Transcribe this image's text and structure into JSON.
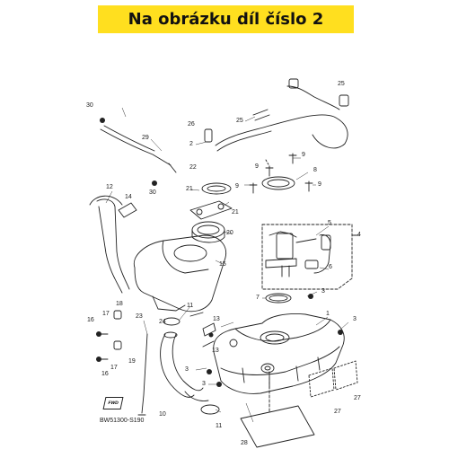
{
  "banner": {
    "text": "Na obrázku díl číslo 2",
    "color": "#ffdf1f"
  },
  "diagram": {
    "code": "BW51300-S190",
    "fwd": "FWD",
    "callouts": [
      {
        "id": "c1",
        "text": "1"
      },
      {
        "id": "c2",
        "text": "2"
      },
      {
        "id": "c3a",
        "text": "3"
      },
      {
        "id": "c3b",
        "text": "3"
      },
      {
        "id": "c3c",
        "text": "3"
      },
      {
        "id": "c3d",
        "text": "3"
      },
      {
        "id": "c4",
        "text": "4"
      },
      {
        "id": "c5",
        "text": "5"
      },
      {
        "id": "c6",
        "text": "6"
      },
      {
        "id": "c7",
        "text": "7"
      },
      {
        "id": "c8",
        "text": "8"
      },
      {
        "id": "c9a",
        "text": "9"
      },
      {
        "id": "c9b",
        "text": "9"
      },
      {
        "id": "c9c",
        "text": "9"
      },
      {
        "id": "c9d",
        "text": "9"
      },
      {
        "id": "c10",
        "text": "10"
      },
      {
        "id": "c11a",
        "text": "11"
      },
      {
        "id": "c11b",
        "text": "11"
      },
      {
        "id": "c12",
        "text": "12"
      },
      {
        "id": "c13a",
        "text": "13"
      },
      {
        "id": "c13b",
        "text": "13"
      },
      {
        "id": "c14",
        "text": "14"
      },
      {
        "id": "c15",
        "text": "15"
      },
      {
        "id": "c16a",
        "text": "16"
      },
      {
        "id": "c16b",
        "text": "16"
      },
      {
        "id": "c17a",
        "text": "17"
      },
      {
        "id": "c17b",
        "text": "17"
      },
      {
        "id": "c18",
        "text": "18"
      },
      {
        "id": "c19",
        "text": "19"
      },
      {
        "id": "c20",
        "text": "20"
      },
      {
        "id": "c21a",
        "text": "21"
      },
      {
        "id": "c21b",
        "text": "21"
      },
      {
        "id": "c22",
        "text": "22"
      },
      {
        "id": "c23",
        "text": "23"
      },
      {
        "id": "c24",
        "text": "24"
      },
      {
        "id": "c25a",
        "text": "25"
      },
      {
        "id": "c25b",
        "text": "25"
      },
      {
        "id": "c26",
        "text": "26"
      },
      {
        "id": "c27a",
        "text": "27"
      },
      {
        "id": "c27b",
        "text": "27"
      },
      {
        "id": "c28",
        "text": "28"
      },
      {
        "id": "c29",
        "text": "29"
      },
      {
        "id": "c30a",
        "text": "30"
      },
      {
        "id": "c30b",
        "text": "30"
      }
    ]
  }
}
